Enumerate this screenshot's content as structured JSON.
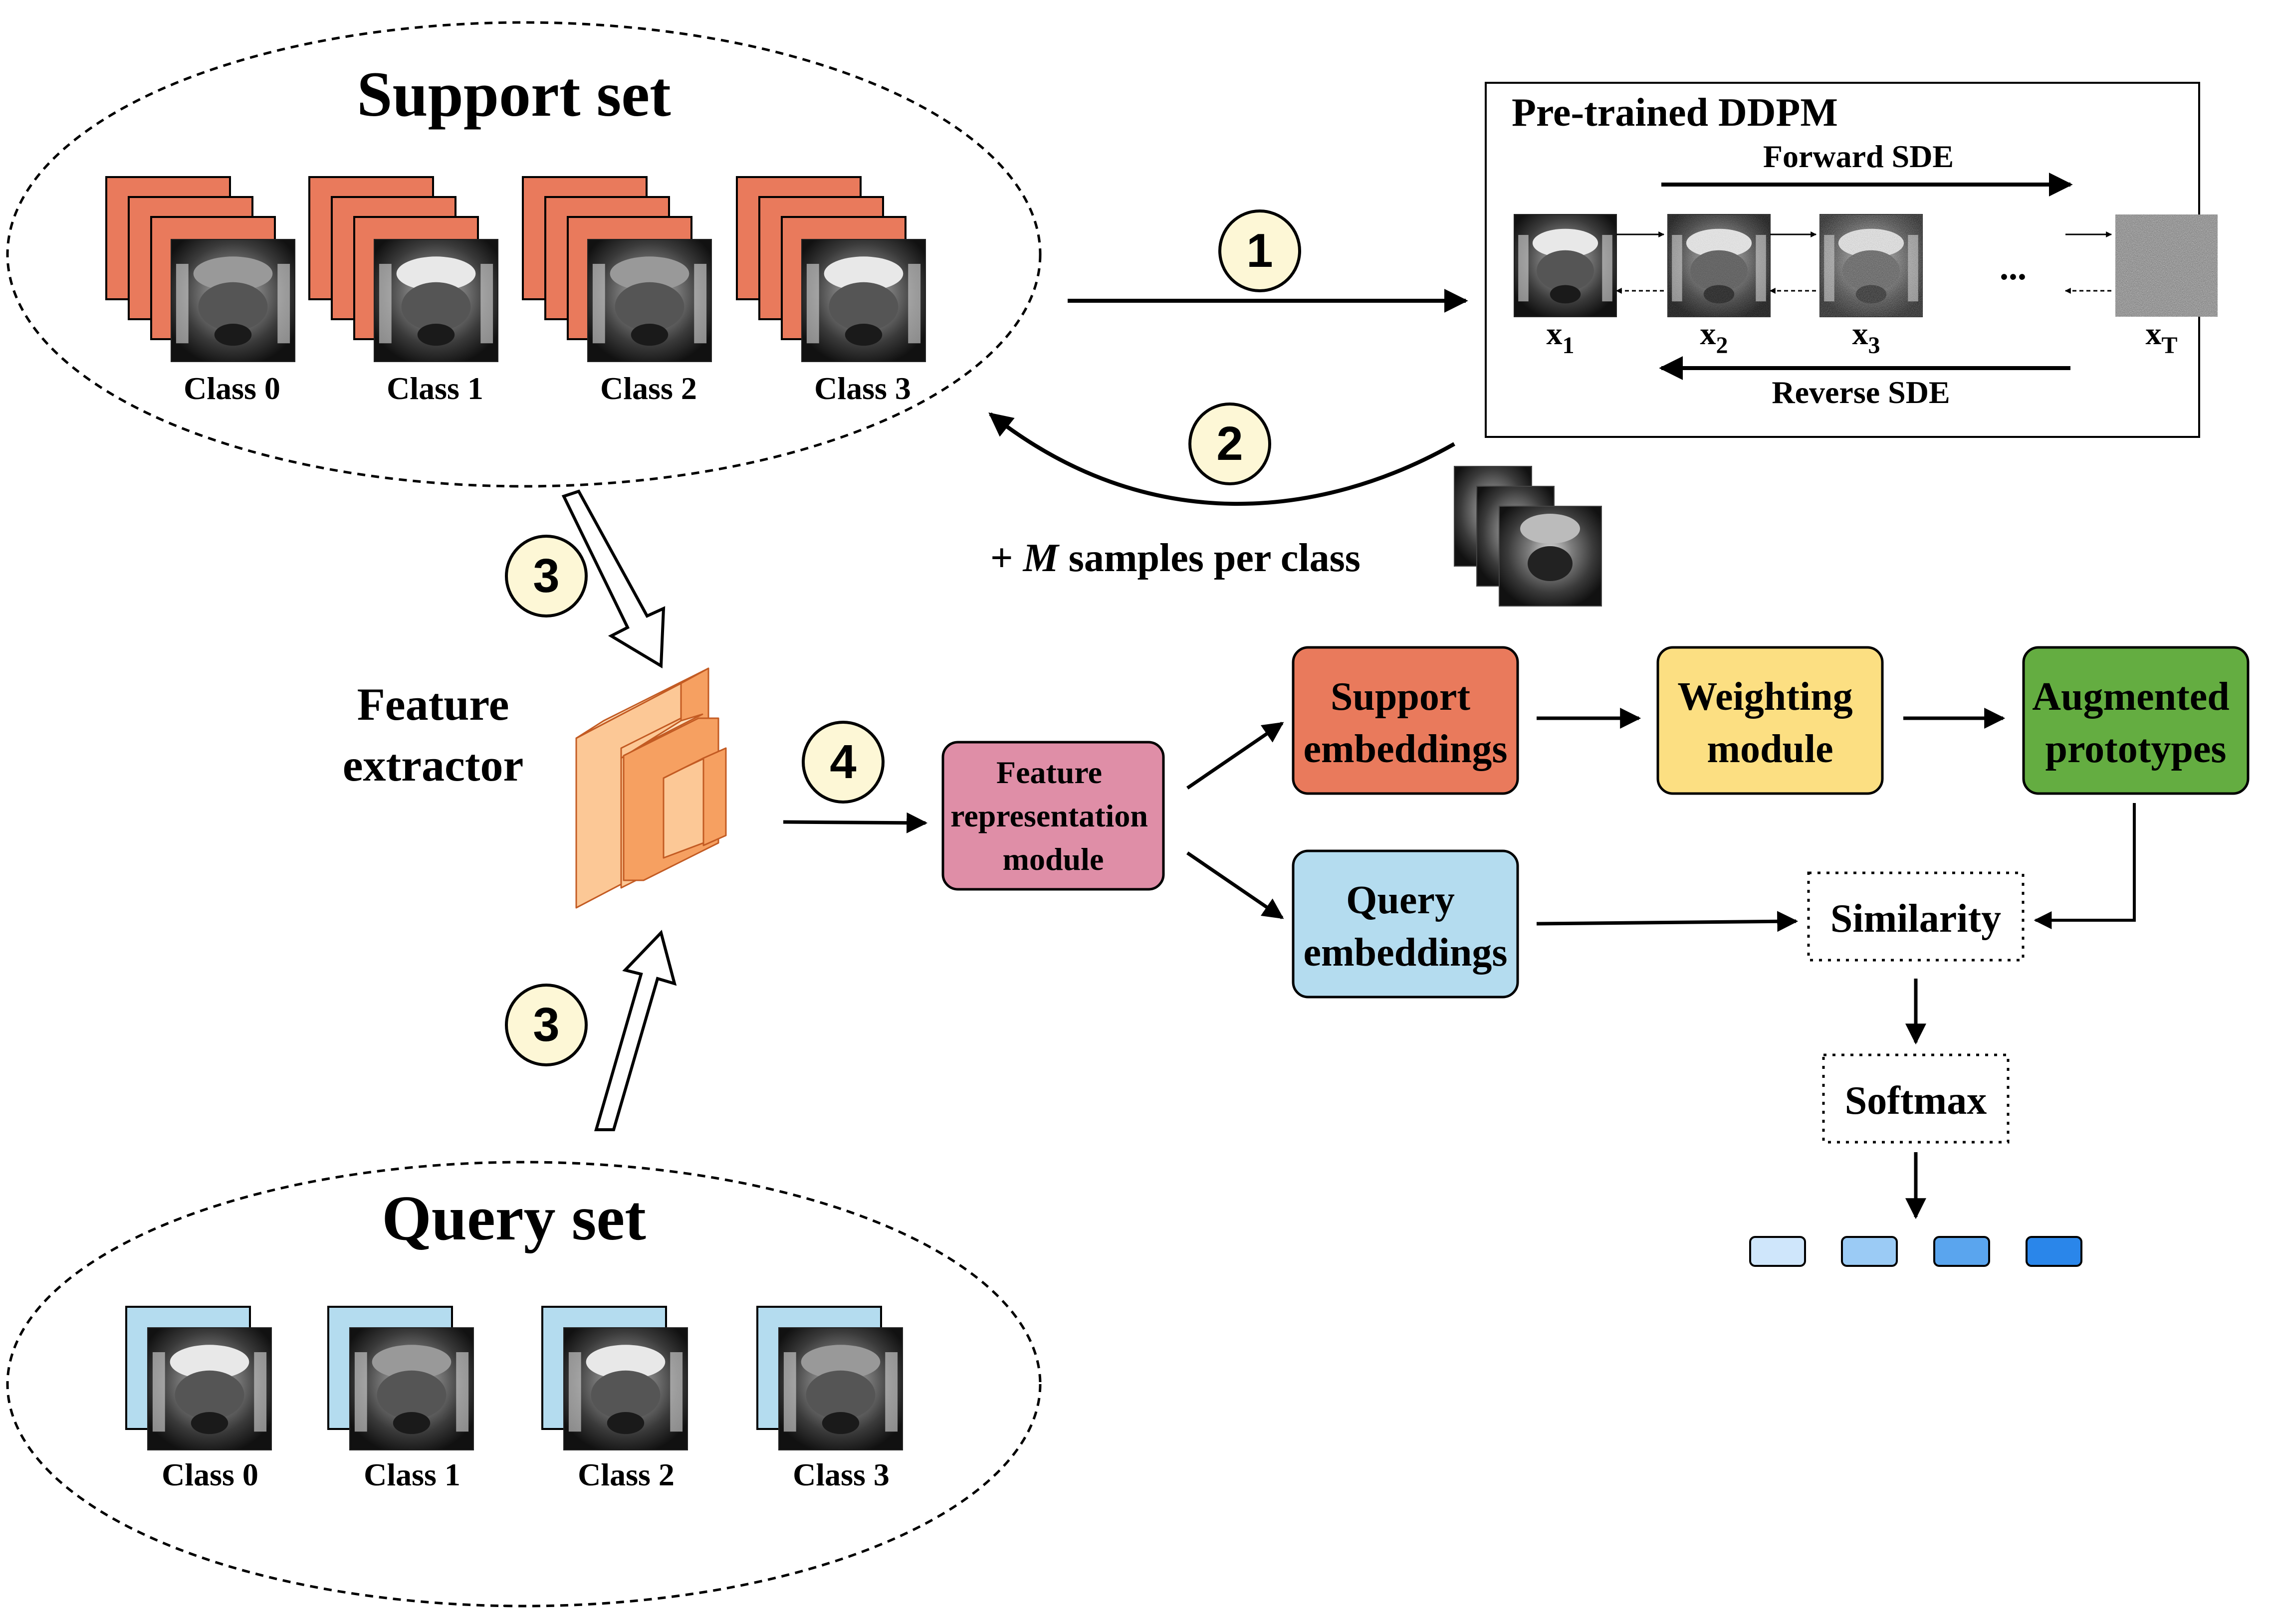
{
  "support_set": {
    "title": "Support set",
    "classes": [
      "Class 0",
      "Class 1",
      "Class 2",
      "Class 3"
    ]
  },
  "query_set": {
    "title": "Query set",
    "classes": [
      "Class 0",
      "Class 1",
      "Class 2",
      "Class 3"
    ]
  },
  "ddpm": {
    "title": "Pre-trained DDPM",
    "forward_label": "Forward SDE",
    "reverse_label": "Reverse SDE",
    "states": [
      {
        "base": "x",
        "sub": "1"
      },
      {
        "base": "x",
        "sub": "2"
      },
      {
        "base": "x",
        "sub": "3"
      },
      {
        "base": "x",
        "sub": "T"
      }
    ],
    "ellipsis": "..."
  },
  "steps": {
    "one": "1",
    "two": "2",
    "three": "3",
    "four": "4"
  },
  "samples_label": {
    "prefix": "+ ",
    "var": "M",
    "suffix": " samples per class"
  },
  "feature_extractor": {
    "line1": "Feature",
    "line2": "extractor"
  },
  "modules": {
    "feature_representation": [
      "Feature",
      "representation",
      "module"
    ],
    "support_embeddings": [
      "Support",
      "embeddings"
    ],
    "query_embeddings": [
      "Query",
      "embeddings"
    ],
    "weighting": [
      "Weighting",
      "module"
    ],
    "augmented": [
      "Augmented",
      "prototypes"
    ],
    "similarity": "Similarity",
    "softmax": "Softmax"
  },
  "colors": {
    "support_card": "#e97a5c",
    "query_card": "#b4dcef",
    "feature_repr": "#df8ea7",
    "support_emb": "#e97a5c",
    "query_emb": "#b4dcef",
    "weighting": "#fcdf82",
    "augmented": "#64ad41",
    "step_circle": "#fdf7d6",
    "output_boxes": [
      "#cfe6fb",
      "#9bcbf5",
      "#5aa5ee",
      "#2a86ea"
    ]
  }
}
